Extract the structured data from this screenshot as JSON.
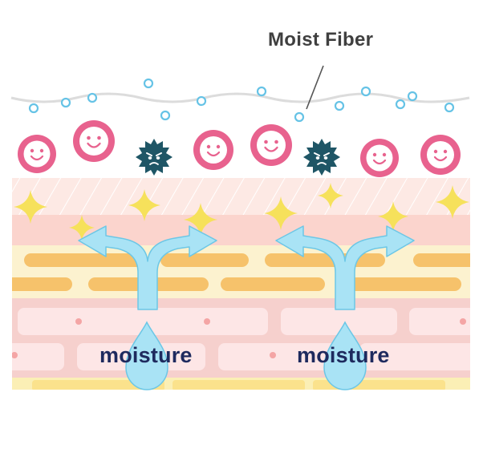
{
  "labels": {
    "fiber": "Moist Fiber",
    "moisture_left": "moisture",
    "moisture_right": "moisture"
  },
  "colors": {
    "smile_face": "#e8628e",
    "germ": "#1f5666",
    "sparkle": "#f6e15b",
    "droplet": "#a9e3f5",
    "arrow": "#a9e3f5",
    "fiber_line": "#dcdcdc",
    "bubble": "#66c3e6",
    "label_text": "#1e2a5e"
  },
  "icons": [
    "smiling-face-icon",
    "germ-icon",
    "sparkle-icon",
    "water-drop-icon",
    "split-arrow-icon",
    "bubble-icon"
  ]
}
